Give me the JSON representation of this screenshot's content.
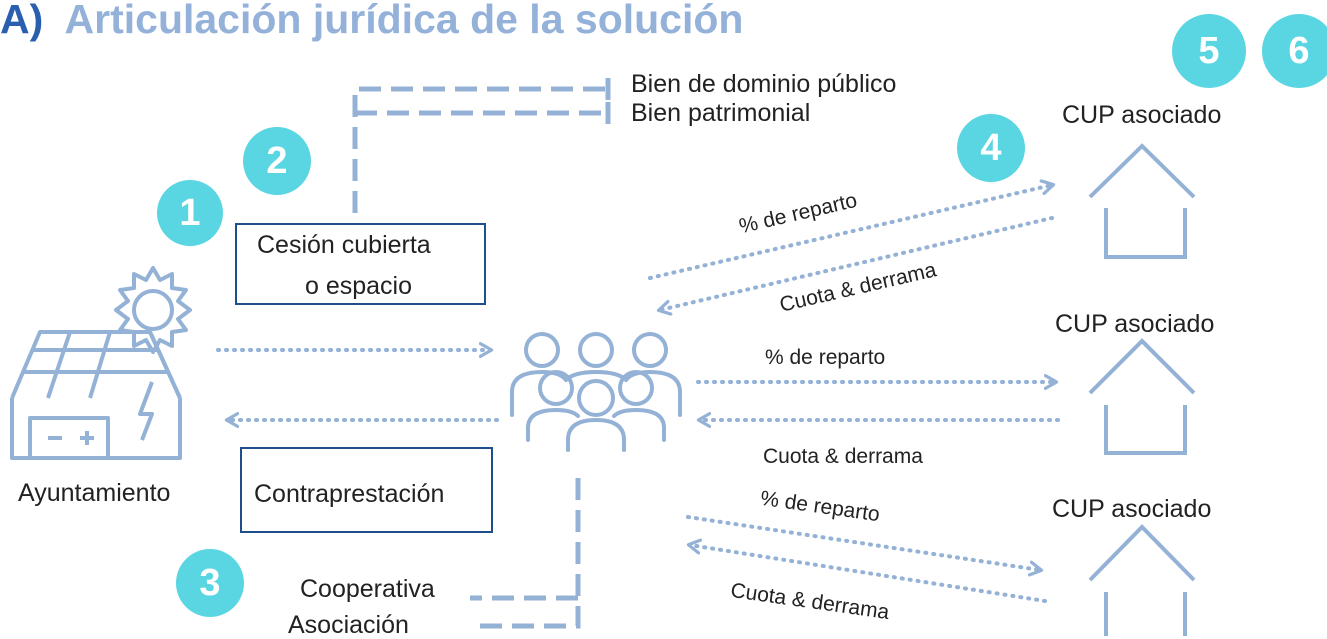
{
  "title": {
    "prefix": "A)",
    "text": "Articulación jurídica de la solución"
  },
  "badges": [
    "1",
    "2",
    "3",
    "4",
    "5",
    "6"
  ],
  "ownership_options": [
    "Bien de dominio público",
    "Bien patrimonial"
  ],
  "cession_box": {
    "line1": "Cesión cubierta",
    "line2": "o espacio"
  },
  "payment_box": "Contraprestación",
  "town_hall_label": "Ayuntamiento",
  "entity_types": [
    "Cooperativa",
    "Asociación"
  ],
  "cup_label": "CUP asociado",
  "flows": {
    "top": {
      "out": "% de reparto",
      "in": "Cuota & derrama"
    },
    "middle": {
      "out": "% de reparto",
      "in": "Cuota & derrama"
    },
    "bottom": {
      "out": "% de reparto",
      "in": "Cuota & derrama"
    }
  },
  "colors": {
    "line": "#94b1d6",
    "badge": "#5ad6e2",
    "title": "#93b1d9",
    "title_prefix": "#2a5fb0",
    "box_border": "#1f4e8c"
  }
}
